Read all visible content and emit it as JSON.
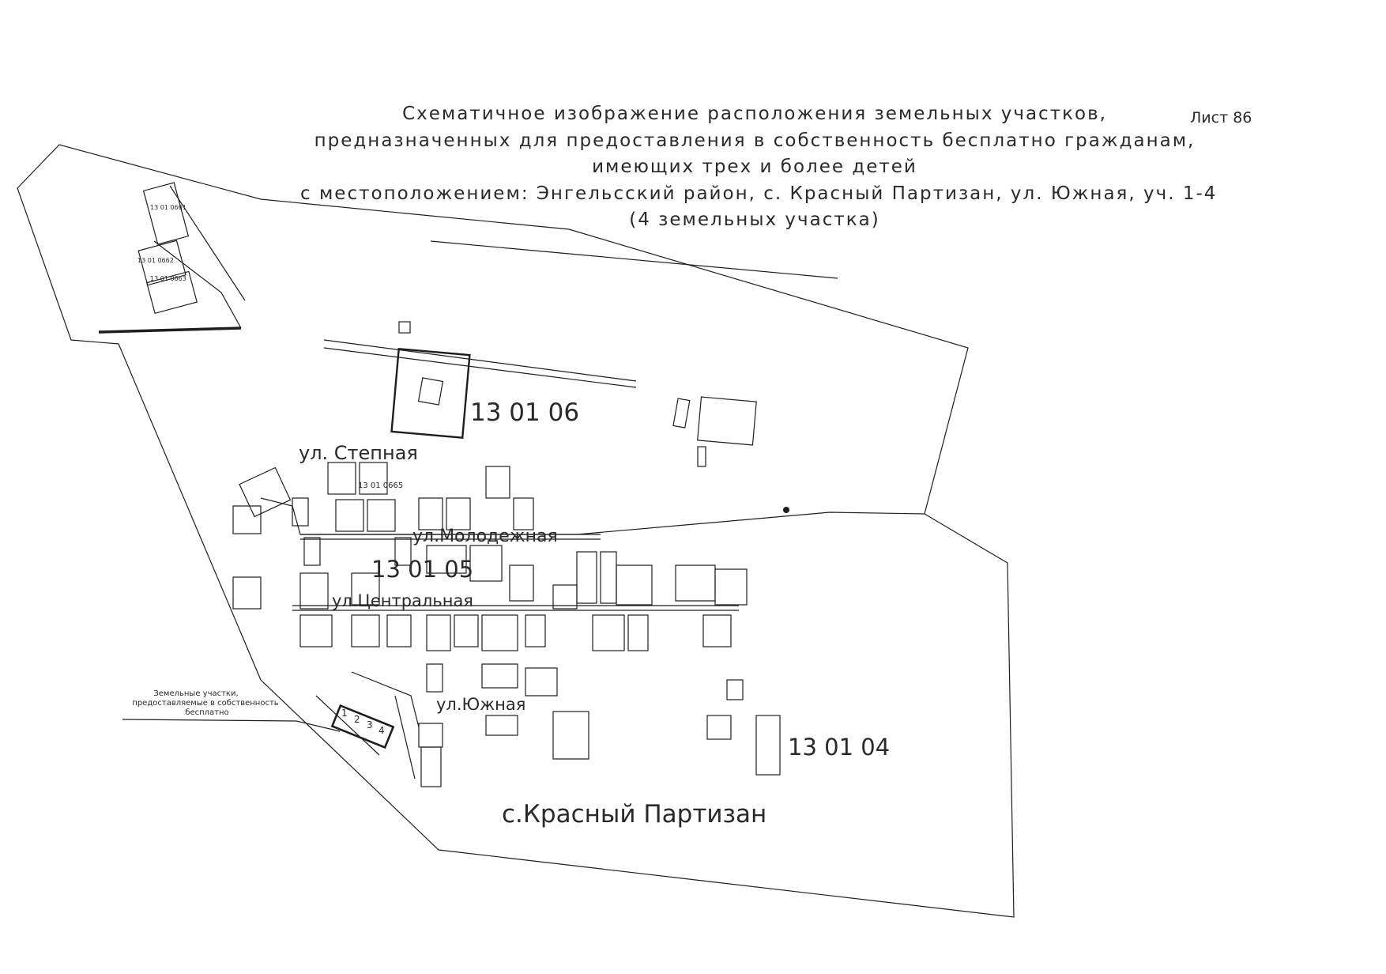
{
  "title": {
    "line1": "Схематичное изображение расположения земельных участков,",
    "line2": "предназначенных для предоставления в собственность бесплатно гражданам,",
    "line3": "имеющих трех и более детей",
    "line4": "с местоположением: Энгельсский район, с. Красный Партизан, ул. Южная, уч. 1-4",
    "line5": "(4 земельных участка)"
  },
  "sheet_number": "Лист 86",
  "blocks": {
    "block_06": "13 01 06",
    "block_05": "13 01 05",
    "block_04": "13 01 04",
    "parcel_0661": "13 01 0661",
    "parcel_0662": "13 01 0662",
    "parcel_0663": "13 01 0663",
    "parcel_0665": "13 01 0665"
  },
  "streets": {
    "stepnaya": "ул. Степная",
    "molodezhnaya": "ул.Молодежная",
    "centralnaya": "ул.Центральная",
    "yuzhnaya": "ул.Южная"
  },
  "settlement": "с.Красный Партизан",
  "legend": {
    "line1": "Земельные участки,",
    "line2": "предоставляемые в собственность",
    "line3": "бесплатно"
  },
  "plots": [
    "1",
    "2",
    "3",
    "4"
  ],
  "colors": {
    "ink": "#1e1e1e",
    "paper": "#ffffff"
  }
}
